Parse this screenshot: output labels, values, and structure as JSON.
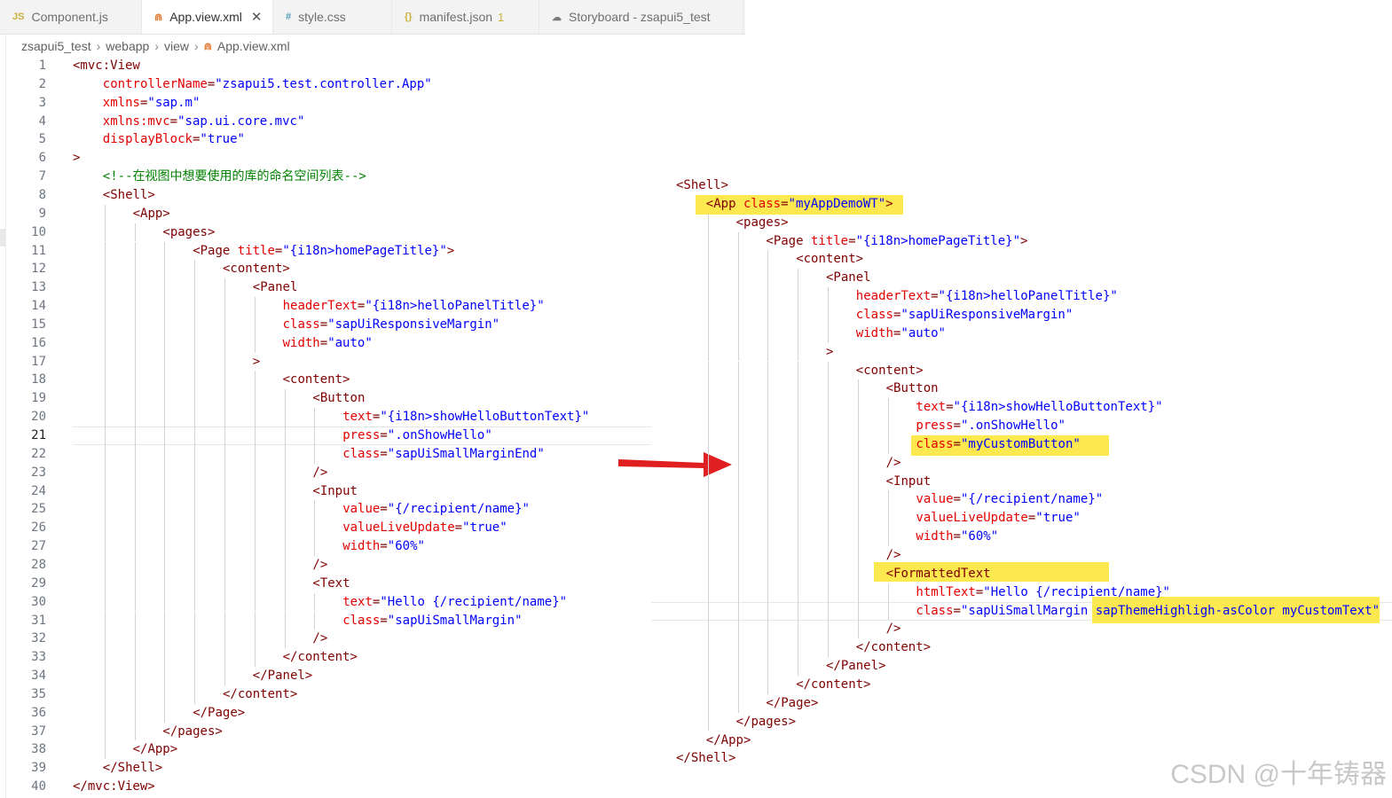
{
  "tabs": [
    {
      "icon": "JS",
      "label": "Component.js",
      "active": false
    },
    {
      "icon": "xml",
      "label": "App.view.xml",
      "active": true,
      "close": "✕"
    },
    {
      "icon": "#",
      "label": "style.css",
      "active": false
    },
    {
      "icon": "{}",
      "label": "manifest.json",
      "badge": "1",
      "active": false
    },
    {
      "icon": "storybook",
      "label": "Storyboard - zsapui5_test",
      "active": false
    }
  ],
  "breadcrumb": [
    "zsapui5_test",
    "webapp",
    "view",
    "App.view.xml"
  ],
  "current_line": 21,
  "left_code": [
    [
      [
        "t",
        "<mvc:View"
      ]
    ],
    [
      [
        "a",
        "controllerName"
      ],
      [
        "t",
        "="
      ],
      [
        "v",
        "\"zsapui5.test.controller.App\""
      ]
    ],
    [
      [
        "a",
        "xmlns"
      ],
      [
        "t",
        "="
      ],
      [
        "v",
        "\"sap.m\""
      ]
    ],
    [
      [
        "a",
        "xmlns:mvc"
      ],
      [
        "t",
        "="
      ],
      [
        "v",
        "\"sap.ui.core.mvc\""
      ]
    ],
    [
      [
        "a",
        "displayBlock"
      ],
      [
        "t",
        "="
      ],
      [
        "v",
        "\"true\""
      ]
    ],
    [
      [
        "t",
        ">"
      ]
    ],
    [
      [
        "c",
        "<!--在视图中想要使用的库的命名空间列表-->"
      ]
    ],
    [
      [
        "t",
        "<Shell>"
      ]
    ],
    [
      [
        "t",
        "<App>"
      ]
    ],
    [
      [
        "t",
        "<pages>"
      ]
    ],
    [
      [
        "t",
        "<Page "
      ],
      [
        "a",
        "title"
      ],
      [
        "t",
        "="
      ],
      [
        "v",
        "\"{i18n>homePageTitle}\""
      ],
      [
        "t",
        ">"
      ]
    ],
    [
      [
        "t",
        "<content>"
      ]
    ],
    [
      [
        "t",
        "<Panel"
      ]
    ],
    [
      [
        "a",
        "headerText"
      ],
      [
        "t",
        "="
      ],
      [
        "v",
        "\"{i18n>helloPanelTitle}\""
      ]
    ],
    [
      [
        "a",
        "class"
      ],
      [
        "t",
        "="
      ],
      [
        "v",
        "\"sapUiResponsiveMargin\""
      ]
    ],
    [
      [
        "a",
        "width"
      ],
      [
        "t",
        "="
      ],
      [
        "v",
        "\"auto\""
      ]
    ],
    [
      [
        "t",
        ">"
      ]
    ],
    [
      [
        "t",
        "<content>"
      ]
    ],
    [
      [
        "t",
        "<Button"
      ]
    ],
    [
      [
        "a",
        "text"
      ],
      [
        "t",
        "="
      ],
      [
        "v",
        "\"{i18n>showHelloButtonText}\""
      ]
    ],
    [
      [
        "a",
        "press"
      ],
      [
        "t",
        "="
      ],
      [
        "v",
        "\".onShowHello\""
      ]
    ],
    [
      [
        "a",
        "class"
      ],
      [
        "t",
        "="
      ],
      [
        "v",
        "\"sapUiSmallMarginEnd\""
      ]
    ],
    [
      [
        "t",
        "/>"
      ]
    ],
    [
      [
        "t",
        "<Input"
      ]
    ],
    [
      [
        "a",
        "value"
      ],
      [
        "t",
        "="
      ],
      [
        "v",
        "\"{/recipient/name}\""
      ]
    ],
    [
      [
        "a",
        "valueLiveUpdate"
      ],
      [
        "t",
        "="
      ],
      [
        "v",
        "\"true\""
      ]
    ],
    [
      [
        "a",
        "width"
      ],
      [
        "t",
        "="
      ],
      [
        "v",
        "\"60%\""
      ]
    ],
    [
      [
        "t",
        "/>"
      ]
    ],
    [
      [
        "t",
        "<Text"
      ]
    ],
    [
      [
        "a",
        "text"
      ],
      [
        "t",
        "="
      ],
      [
        "v",
        "\"Hello {/recipient/name}\""
      ]
    ],
    [
      [
        "a",
        "class"
      ],
      [
        "t",
        "="
      ],
      [
        "v",
        "\"sapUiSmallMargin\""
      ]
    ],
    [
      [
        "t",
        "/>"
      ]
    ],
    [
      [
        "t",
        "</content>"
      ]
    ],
    [
      [
        "t",
        "</Panel>"
      ]
    ],
    [
      [
        "t",
        "</content>"
      ]
    ],
    [
      [
        "t",
        "</Page>"
      ]
    ],
    [
      [
        "t",
        "</pages>"
      ]
    ],
    [
      [
        "t",
        "</App>"
      ]
    ],
    [
      [
        "t",
        "</Shell>"
      ]
    ],
    [
      [
        "t",
        "</mvc:View>"
      ]
    ]
  ],
  "right_code": [
    [
      [
        "t",
        "<Shell>"
      ]
    ],
    [
      [
        "t",
        "<App "
      ],
      [
        "a",
        "class"
      ],
      [
        "t",
        "="
      ],
      [
        "v",
        "\"myAppDemoWT\""
      ],
      [
        "t",
        ">"
      ]
    ],
    [
      [
        "t",
        "<pages>"
      ]
    ],
    [
      [
        "t",
        "<Page "
      ],
      [
        "a",
        "title"
      ],
      [
        "t",
        "="
      ],
      [
        "v",
        "\"{i18n>homePageTitle}\""
      ],
      [
        "t",
        ">"
      ]
    ],
    [
      [
        "t",
        "<content>"
      ]
    ],
    [
      [
        "t",
        "<Panel"
      ]
    ],
    [
      [
        "a",
        "headerText"
      ],
      [
        "t",
        "="
      ],
      [
        "v",
        "\"{i18n>helloPanelTitle}\""
      ]
    ],
    [
      [
        "a",
        "class"
      ],
      [
        "t",
        "="
      ],
      [
        "v",
        "\"sapUiResponsiveMargin\""
      ]
    ],
    [
      [
        "a",
        "width"
      ],
      [
        "t",
        "="
      ],
      [
        "v",
        "\"auto\""
      ]
    ],
    [
      [
        "t",
        ">"
      ]
    ],
    [
      [
        "t",
        "<content>"
      ]
    ],
    [
      [
        "t",
        "<Button"
      ]
    ],
    [
      [
        "a",
        "text"
      ],
      [
        "t",
        "="
      ],
      [
        "v",
        "\"{i18n>showHelloButtonText}\""
      ]
    ],
    [
      [
        "a",
        "press"
      ],
      [
        "t",
        "="
      ],
      [
        "v",
        "\".onShowHello\""
      ]
    ],
    [
      [
        "a",
        "class"
      ],
      [
        "t",
        "="
      ],
      [
        "v",
        "\"myCustomButton\""
      ]
    ],
    [
      [
        "t",
        "/>"
      ]
    ],
    [
      [
        "t",
        "<Input"
      ]
    ],
    [
      [
        "a",
        "value"
      ],
      [
        "t",
        "="
      ],
      [
        "v",
        "\"{/recipient/name}\""
      ]
    ],
    [
      [
        "a",
        "valueLiveUpdate"
      ],
      [
        "t",
        "="
      ],
      [
        "v",
        "\"true\""
      ]
    ],
    [
      [
        "a",
        "width"
      ],
      [
        "t",
        "="
      ],
      [
        "v",
        "\"60%\""
      ]
    ],
    [
      [
        "t",
        "/>"
      ]
    ],
    [
      [
        "t",
        "<FormattedText"
      ]
    ],
    [
      [
        "a",
        "htmlText"
      ],
      [
        "t",
        "="
      ],
      [
        "v",
        "\"Hello {/recipient/name}\""
      ]
    ],
    [
      [
        "a",
        "class"
      ],
      [
        "t",
        "="
      ],
      [
        "v",
        "\"sapUiSmallMargin "
      ],
      [
        "v",
        "sapThemeHighligh-asColor myCustomText\""
      ]
    ],
    [
      [
        "t",
        "/>"
      ]
    ],
    [
      [
        "t",
        "</content>"
      ]
    ],
    [
      [
        "t",
        "</Panel>"
      ]
    ],
    [
      [
        "t",
        "</content>"
      ]
    ],
    [
      [
        "t",
        "</Page>"
      ]
    ],
    [
      [
        "t",
        "</pages>"
      ]
    ],
    [
      [
        "t",
        "</App>"
      ]
    ],
    [
      [
        "t",
        "</Shell>"
      ]
    ]
  ],
  "watermark": "CSDN @十年铸器",
  "colors": {
    "tag": "#800000",
    "attr": "#e50000",
    "value": "#0000ff",
    "comment": "#008000",
    "highlight": "#fbe94f",
    "arrow": "#e02020"
  }
}
